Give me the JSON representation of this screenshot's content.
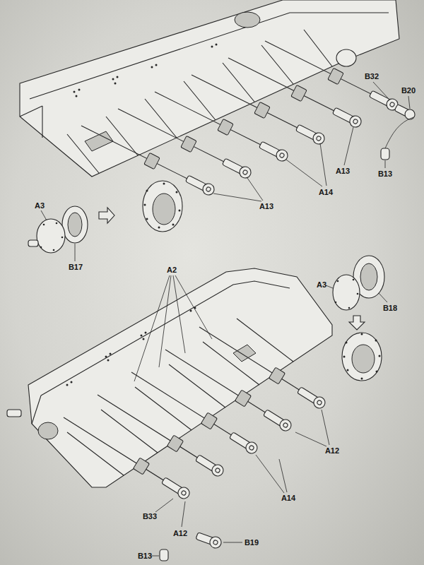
{
  "diagram": {
    "labels": [
      "B32",
      "B20",
      "A13",
      "B13",
      "A14",
      "A13",
      "A3",
      "B17",
      "A2",
      "A3",
      "B18",
      "A12",
      "A14",
      "B33",
      "A12",
      "B13",
      "B19"
    ]
  }
}
